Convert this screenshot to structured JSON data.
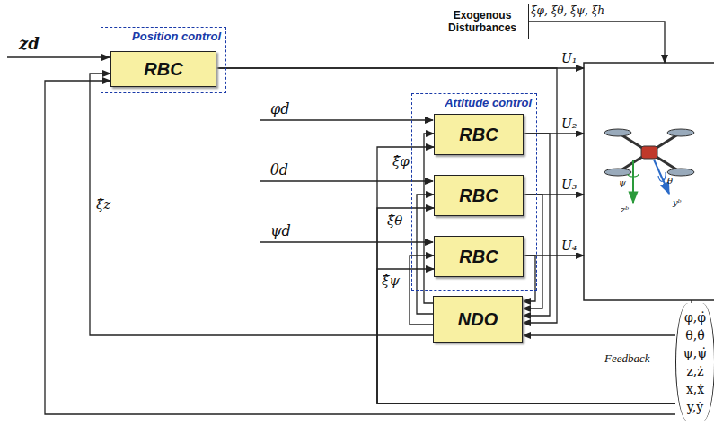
{
  "diagram": {
    "nodes": [
      {
        "text": [
          "Position control"
        ]
      },
      {
        "text": [
          "RBC"
        ],
        "in": 0
      },
      {
        "text": [
          "Exogenous Disturbances"
        ]
      },
      {
        "text": [
          "Attitude control"
        ]
      },
      {
        "text": [
          "RBC"
        ],
        "in": 3
      },
      {
        "text": [
          "RBC"
        ],
        "in": 3
      },
      {
        "text": [
          "RBC"
        ],
        "in": 3
      },
      {
        "text": [
          "NDO"
        ]
      },
      {
        "text": [
          "φ,φ̇ θ,θ̇ ψ,ψ̇ z,ż x,ẋ y,ẏ"
        ]
      }
    ],
    "edges": [
      {
        "from": 1,
        "to": 7,
        "arrow": "to"
      },
      {
        "from": 4,
        "to": 7,
        "arrow": "to"
      },
      {
        "from": 5,
        "to": 7,
        "arrow": "to"
      },
      {
        "from": 6,
        "to": 7,
        "arrow": "to"
      },
      {
        "from": 7,
        "to": 4,
        "arrow": "to",
        "label": "ξ̂φ"
      },
      {
        "from": 7,
        "to": 5,
        "arrow": "to",
        "label": "ξ̂θ"
      },
      {
        "from": 7,
        "to": 6,
        "arrow": "to",
        "label": "ξ̂ψ"
      },
      {
        "from": 7,
        "to": 1,
        "arrow": "to",
        "label": "ξ̂z"
      },
      {
        "from": 8,
        "to": 1,
        "arrow": "to"
      },
      {
        "from": 8,
        "to": 4,
        "arrow": "to"
      },
      {
        "from": 8,
        "to": 5,
        "arrow": "to"
      },
      {
        "from": 8,
        "to": 6,
        "arrow": "to"
      },
      {
        "from": 8,
        "to": 7,
        "arrow": "to"
      }
    ],
    "labels": [
      "zd",
      "φd",
      "θd",
      "ψd",
      "U₁",
      "U₂",
      "U₃",
      "U₄",
      "ξφ, ξθ, ξψ, ξh",
      "Feedback",
      "ψ",
      "θ",
      "zᵇ",
      "yᵇ"
    ]
  }
}
